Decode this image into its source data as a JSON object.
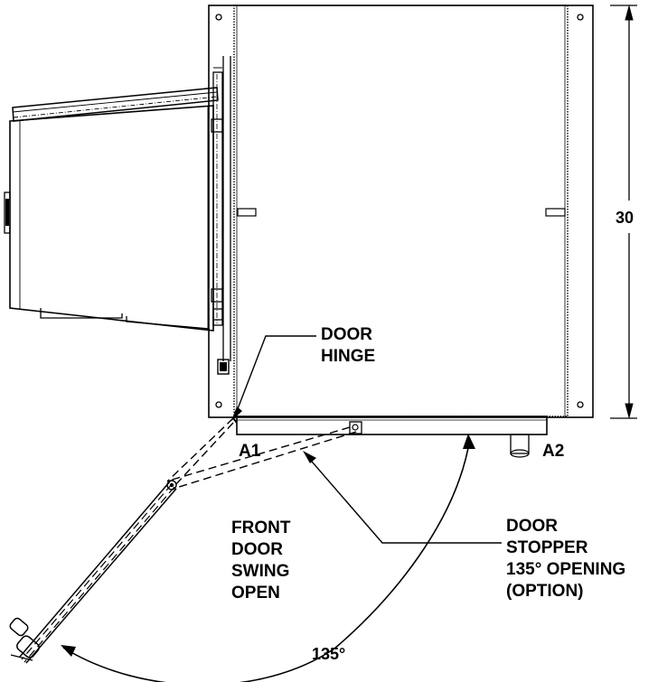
{
  "labels": {
    "dimension_height": "30",
    "door_hinge_line1": "DOOR",
    "door_hinge_line2": "HINGE",
    "point_a1": "A1",
    "point_a2": "A2",
    "front_door_line1": "FRONT",
    "front_door_line2": "DOOR",
    "front_door_line3": "SWING",
    "front_door_line4": "OPEN",
    "door_stopper_line1": "DOOR",
    "door_stopper_line2": "STOPPER",
    "door_stopper_line3": "135° OPENING",
    "door_stopper_line4": "(OPTION)",
    "swing_angle": "135°"
  }
}
